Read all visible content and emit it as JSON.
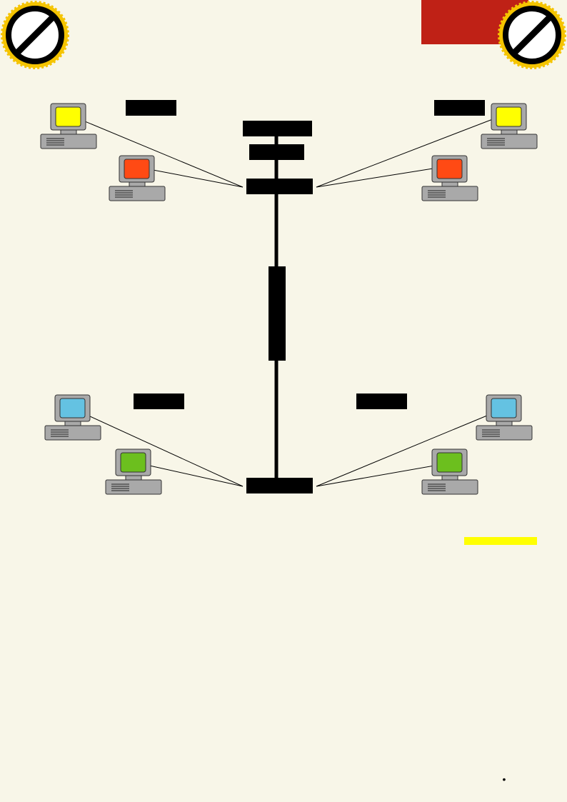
{
  "colors": {
    "background": "#f8f6e8",
    "label_box": "#000000",
    "corner_banner": "#bf2116",
    "highlight": "#ffff00",
    "badge_ring": "#f5c400",
    "badge_inner": "#ffffff",
    "cable": "#000000",
    "computer_case": "#a9a9a9",
    "screen_yellow": "#ffff00",
    "screen_orange": "#ff4a14",
    "screen_blue": "#64c2e2",
    "screen_green": "#6cbf1e"
  },
  "badges": [
    {
      "icon": "prohibited-sign-icon",
      "position": "top-left"
    },
    {
      "icon": "prohibited-sign-icon",
      "position": "top-right"
    }
  ],
  "page_number": "•",
  "computers": [
    {
      "group": "top-left",
      "screen": "yellow"
    },
    {
      "group": "top-left",
      "screen": "orange"
    },
    {
      "group": "top-right",
      "screen": "yellow"
    },
    {
      "group": "top-right",
      "screen": "orange"
    },
    {
      "group": "bottom-left",
      "screen": "blue"
    },
    {
      "group": "bottom-left",
      "screen": "green"
    },
    {
      "group": "bottom-right",
      "screen": "blue"
    },
    {
      "group": "bottom-right",
      "screen": "green"
    }
  ]
}
